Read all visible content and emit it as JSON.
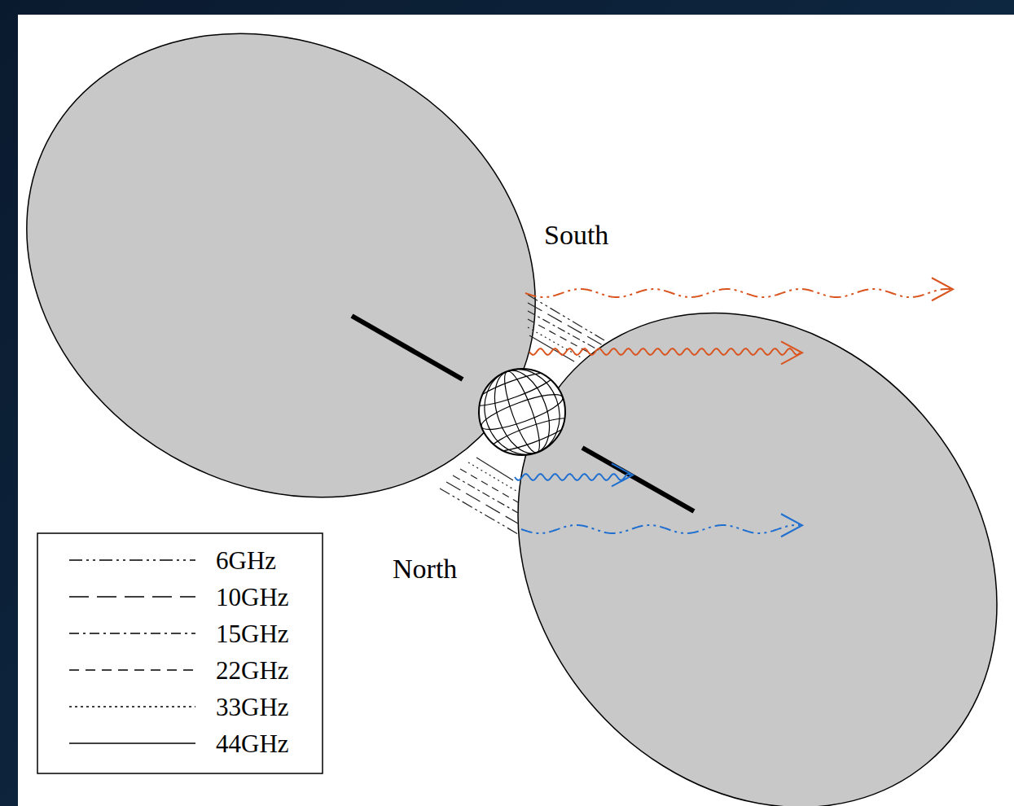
{
  "diagram": {
    "labels": [
      "South",
      "North"
    ],
    "legend": [
      {
        "text": "6GHz"
      },
      {
        "text": "10GHz"
      },
      {
        "text": "15GHz"
      },
      {
        "text": "22GHz"
      },
      {
        "text": "33GHz"
      },
      {
        "text": "44GHz"
      }
    ]
  }
}
